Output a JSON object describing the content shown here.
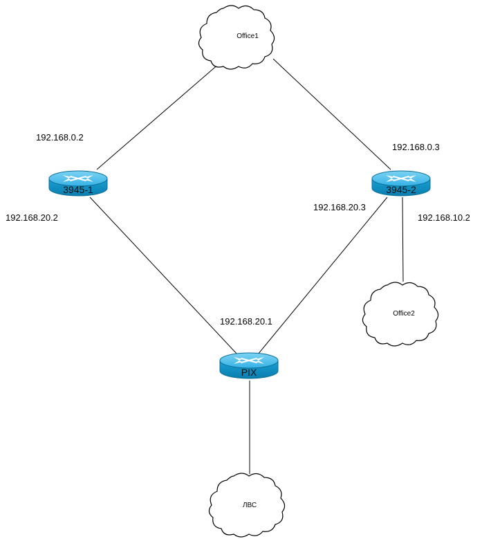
{
  "clouds": {
    "office1": {
      "label": "Office1"
    },
    "office2": {
      "label": "Office2"
    },
    "lan": {
      "label": "ЛВС"
    }
  },
  "routers": {
    "r1": {
      "label": "3945-1"
    },
    "r2": {
      "label": "3945-2"
    },
    "pix": {
      "label": "PIX"
    }
  },
  "addresses": {
    "r1_office1": "192.168.0.2",
    "r2_office1": "192.168.0.3",
    "r1_pix": "192.168.20.2",
    "r2_pix": "192.168.20.3",
    "r2_office2": "192.168.10.2",
    "pix_inside": "192.168.20.1"
  },
  "colors": {
    "router_body": "#1a9fd4",
    "router_top": "#5cc3ec",
    "router_edge": "#0b6e96",
    "router_arrows": "#ffffff"
  }
}
